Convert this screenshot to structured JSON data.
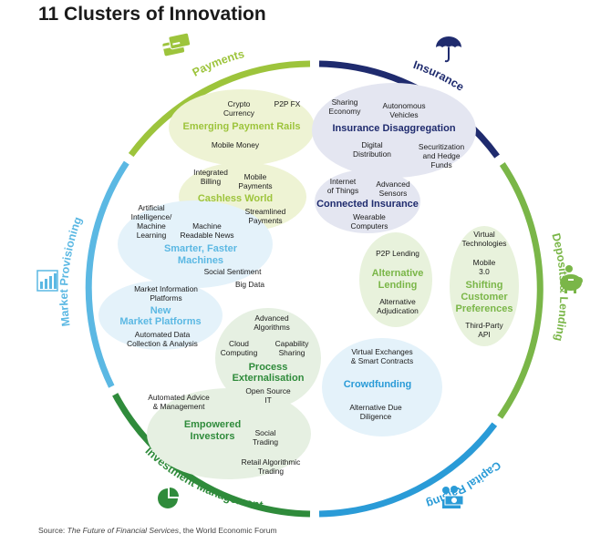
{
  "title": "11 Clusters of Innovation",
  "source": {
    "prefix": "Source: ",
    "publication": "The Future of Financial Services",
    "suffix": ", the World Economic Forum"
  },
  "colors": {
    "payments": "#9dc43c",
    "insurance": "#1f2b6e",
    "deposits_lending": "#7ab648",
    "capital_raising": "#2a9bd7",
    "investment_management": "#2f8b3b",
    "market_provisioning": "#5bb8e3"
  },
  "segments": {
    "payments": "Payments",
    "insurance": "Insurance",
    "deposits_lending": "Deposits & Lending",
    "capital_raising": "Capital Raising",
    "investment_management": "Investment Management",
    "market_provisioning": "Market Provisioning"
  },
  "icons": {
    "payments": "credit-card-icon",
    "insurance": "umbrella-icon",
    "deposits_lending": "piggy-bank-icon",
    "capital_raising": "banknotes-icon",
    "investment_management": "pie-chart-icon",
    "market_provisioning": "bar-chart-icon"
  },
  "clusters": {
    "emerging_payment_rails": {
      "name": "Emerging Payment Rails",
      "items": [
        "Crypto",
        "Currency",
        "P2P FX",
        "Mobile Money"
      ]
    },
    "cashless_world": {
      "name": "Cashless World",
      "items": [
        "Integrated",
        "Billing",
        "Mobile",
        "Payments",
        "Streamlined",
        "Payments"
      ]
    },
    "insurance_disaggregation": {
      "name": "Insurance Disaggregation",
      "items": [
        "Sharing",
        "Economy",
        "Autonomous",
        "Vehicles",
        "Digital",
        "Distribution",
        "Securitization",
        "and Hedge",
        "Funds"
      ]
    },
    "connected_insurance": {
      "name": "Connected Insurance",
      "items": [
        "Internet",
        "of Things",
        "Advanced",
        "Sensors",
        "Wearable",
        "Computers"
      ]
    },
    "smarter_faster_machines": {
      "name": [
        "Smarter, Faster",
        "Machines"
      ],
      "items": [
        "Artificial",
        "Intelligence/",
        "Machine",
        "Learning",
        "Machine",
        "Readable News",
        "Social Sentiment",
        "Big Data"
      ]
    },
    "new_market_platforms": {
      "name": [
        "New",
        "Market Platforms"
      ],
      "items": [
        "Market Information",
        "Platforms",
        "Automated Data",
        "Collection & Analysis"
      ]
    },
    "alternative_lending": {
      "name": [
        "Alternative",
        "Lending"
      ],
      "items": [
        "P2P Lending",
        "Alternative",
        "Adjudication"
      ]
    },
    "shifting_customer_preferences": {
      "name": [
        "Shifting",
        "Customer",
        "Preferences"
      ],
      "items": [
        "Virtual",
        "Technologies",
        "Mobile",
        "3.0",
        "Third-Party",
        "API"
      ]
    },
    "process_externalisation": {
      "name": [
        "Process",
        "Externalisation"
      ],
      "items": [
        "Advanced",
        "Algorithms",
        "Cloud",
        "Computing",
        "Capability",
        "Sharing",
        "Open Source",
        "IT"
      ]
    },
    "crowdfunding": {
      "name": "Crowdfunding",
      "items": [
        "Virtual Exchanges",
        "& Smart Contracts",
        "Alternative Due",
        "Diligence"
      ]
    },
    "empowered_investors": {
      "name": [
        "Empowered",
        "Investors"
      ],
      "items": [
        "Automated Advice",
        "& Management",
        "Social",
        "Trading",
        "Retail Algorithmic",
        "Trading"
      ]
    }
  }
}
